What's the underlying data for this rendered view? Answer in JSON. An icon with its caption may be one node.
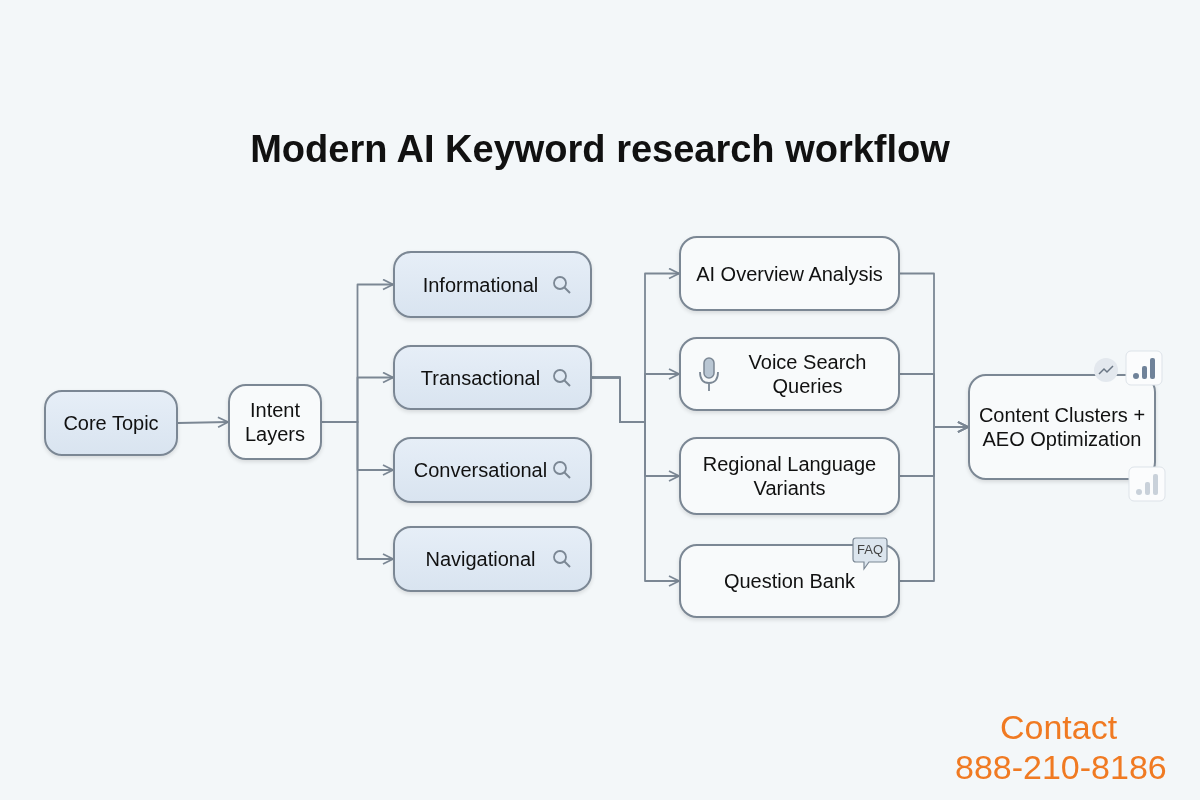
{
  "diagram": {
    "title": "Modern AI Keyword research workflow",
    "nodes": [
      {
        "text": [
          "Core Topic"
        ]
      },
      {
        "text": [
          "Intent Layers"
        ]
      },
      {
        "text": [
          "Informational"
        ]
      },
      {
        "text": [
          "Transactional"
        ]
      },
      {
        "text": [
          "Conversational"
        ]
      },
      {
        "text": [
          "Navigational"
        ]
      },
      {
        "text": [
          "AI Overview Analysis"
        ]
      },
      {
        "text": [
          "Voice Search Queries"
        ]
      },
      {
        "text": [
          "Regional Language Variants"
        ]
      },
      {
        "text": [
          "Question Bank"
        ]
      },
      {
        "text": [
          "Content Clusters + AEO Optimization"
        ]
      }
    ],
    "edges": [
      {
        "from": 0,
        "to": 1,
        "arrow": "to"
      },
      {
        "from": 1,
        "to": 2,
        "arrow": "to"
      },
      {
        "from": 1,
        "to": 3,
        "arrow": "to"
      },
      {
        "from": 1,
        "to": 4,
        "arrow": "to"
      },
      {
        "from": 1,
        "to": 5,
        "arrow": "to"
      },
      {
        "from": 3,
        "to": 6,
        "arrow": "to"
      },
      {
        "from": 3,
        "to": 7,
        "arrow": "to"
      },
      {
        "from": 3,
        "to": 8,
        "arrow": "to"
      },
      {
        "from": 3,
        "to": 9,
        "arrow": "to"
      },
      {
        "from": 6,
        "to": 10,
        "arrow": "to"
      },
      {
        "from": 7,
        "to": 10,
        "arrow": "to"
      },
      {
        "from": 8,
        "to": 10,
        "arrow": "to"
      },
      {
        "from": 9,
        "to": 10,
        "arrow": "to"
      }
    ],
    "labels": [
      "FAQ",
      "Contact",
      "888-210-8186"
    ]
  }
}
